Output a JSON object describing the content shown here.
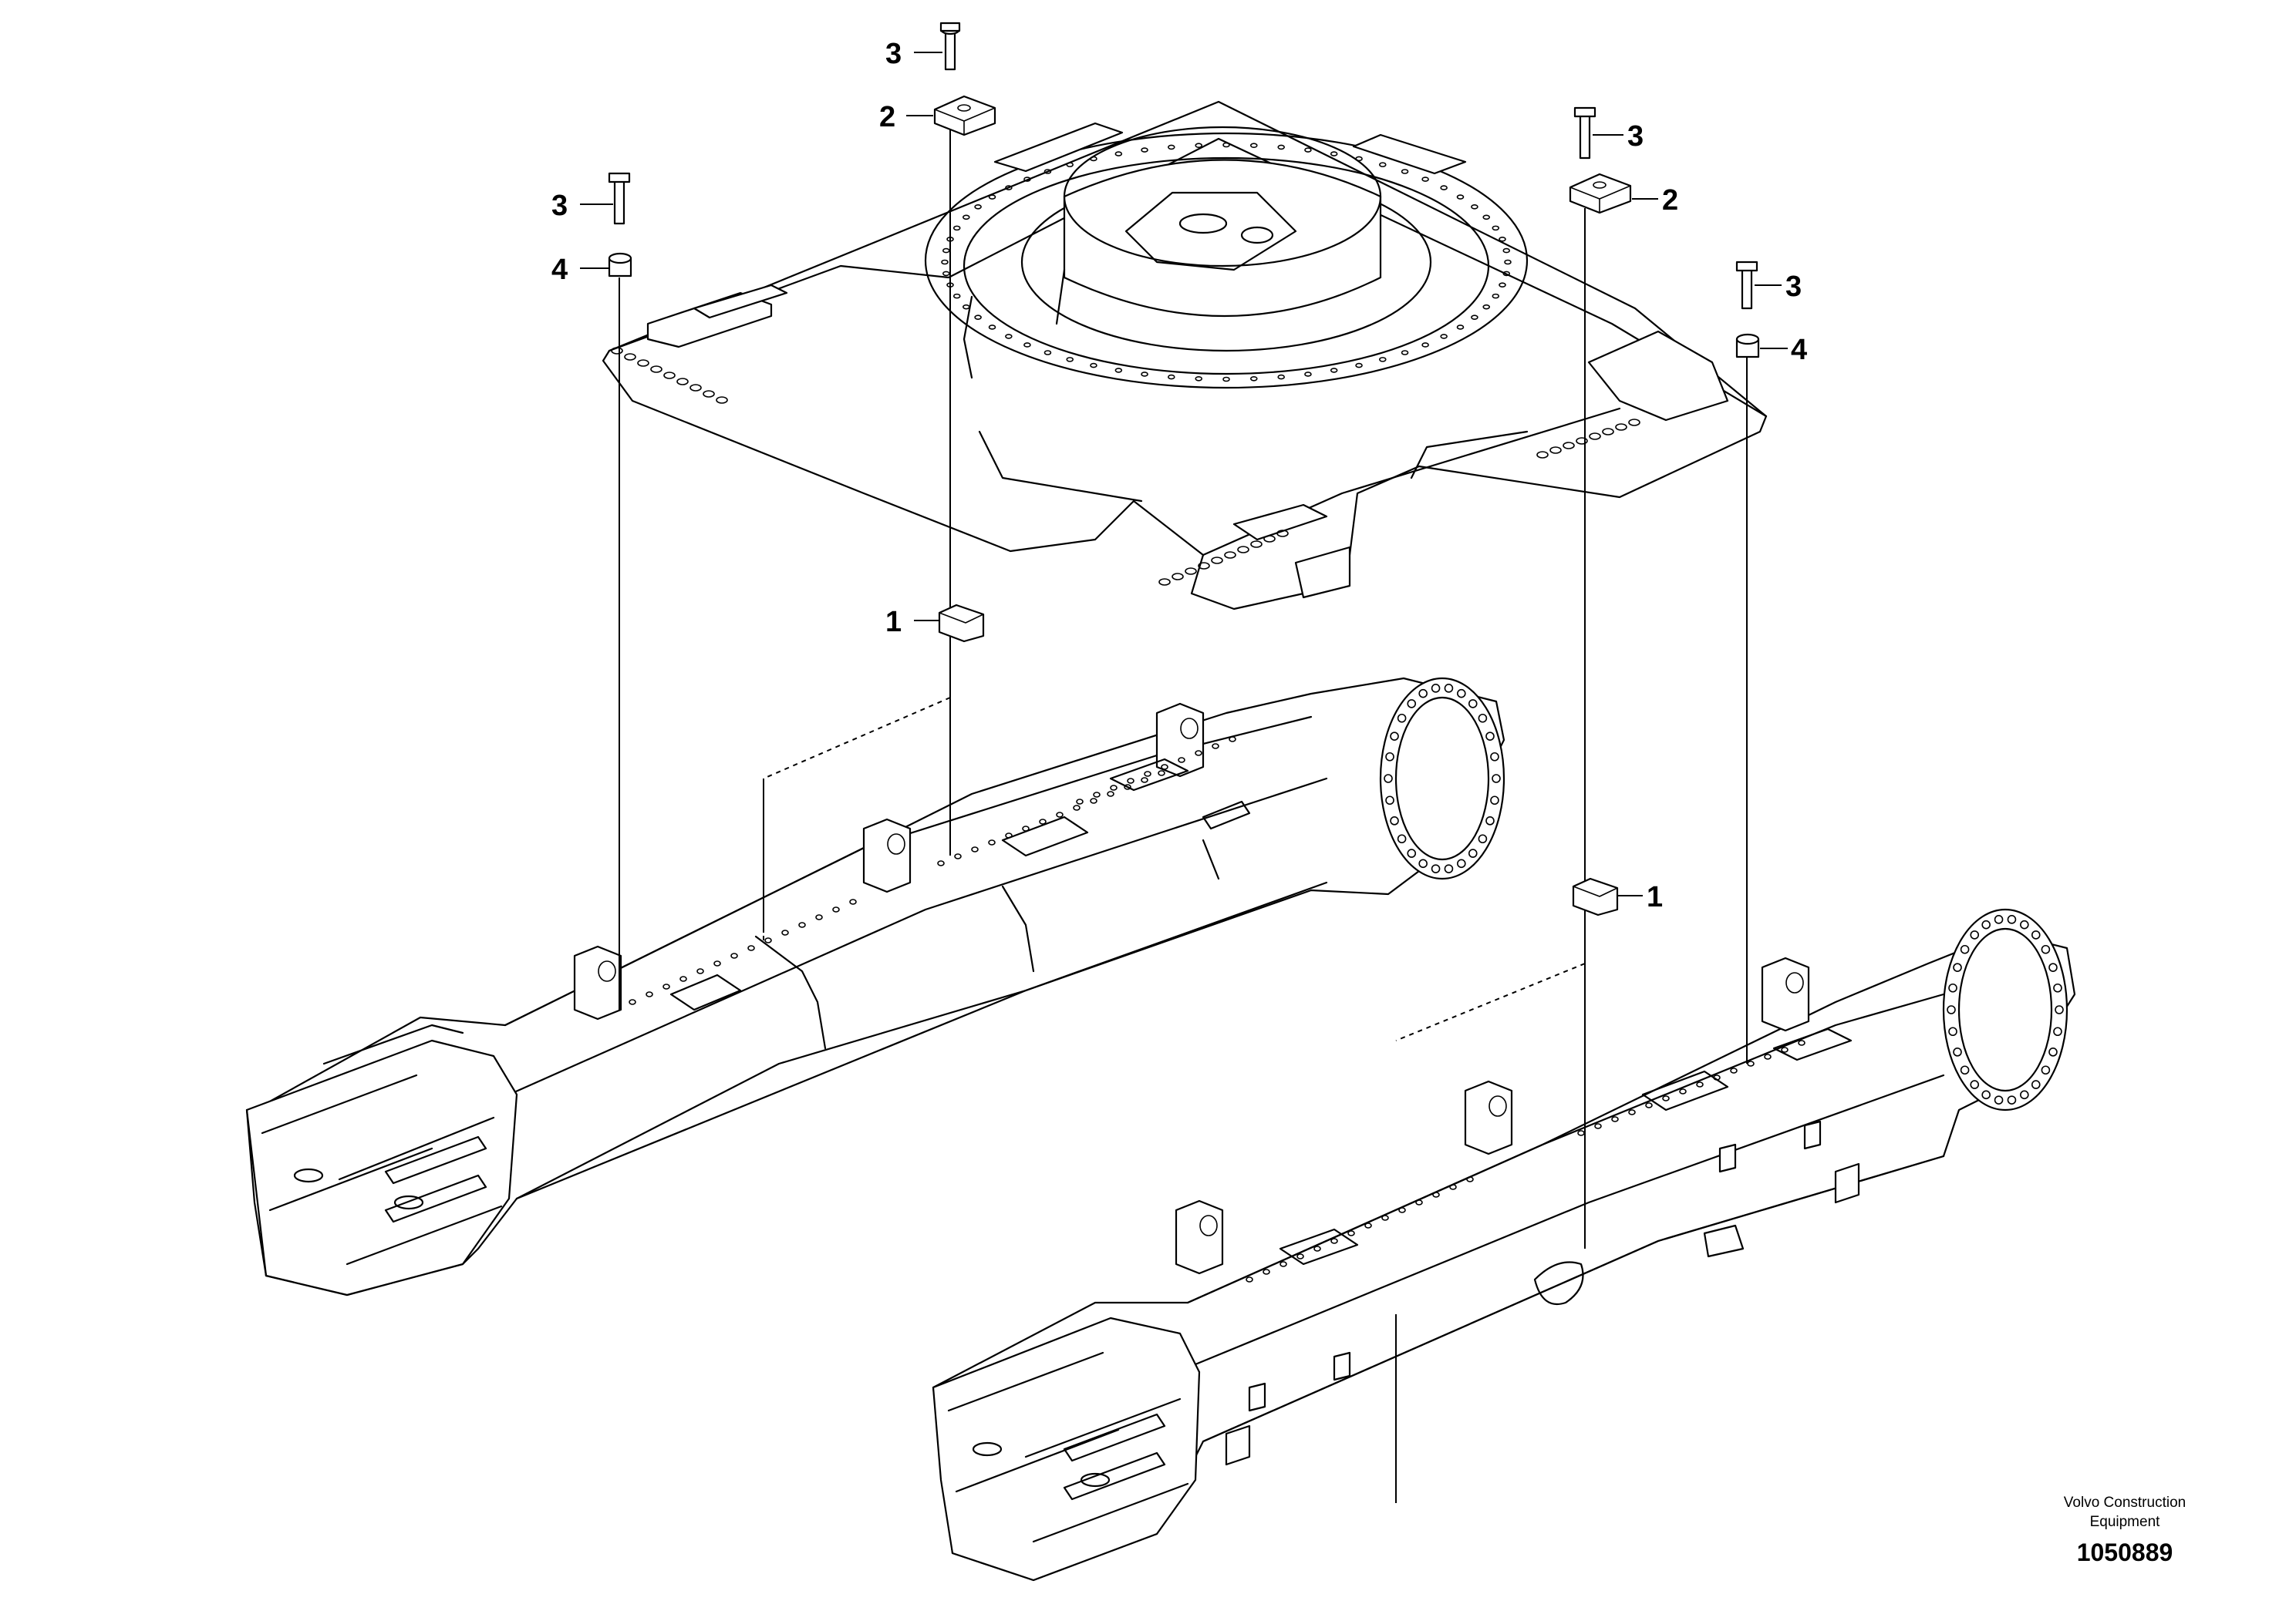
{
  "callouts": {
    "c1a": "3",
    "c1b": "2",
    "c2a": "3",
    "c2b": "4",
    "c3a": "3",
    "c3b": "2",
    "c4a": "3",
    "c4b": "4",
    "c5": "1",
    "c6": "1"
  },
  "brand": {
    "line1": "Volvo Construction",
    "line2": "Equipment"
  },
  "figure_number": "1050889"
}
